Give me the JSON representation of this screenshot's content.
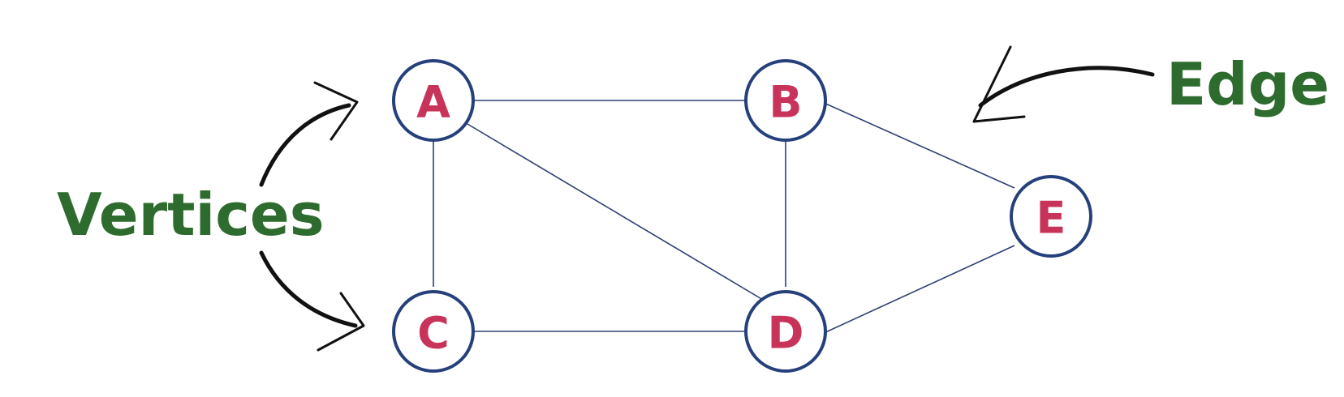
{
  "colors": {
    "node_label": "#c8335a",
    "node_border": "#25407a",
    "edge": "#2e3f73",
    "callout": "#2e6b2e",
    "arrow": "#111111"
  },
  "nodes": [
    {
      "id": "A",
      "label": "A"
    },
    {
      "id": "B",
      "label": "B"
    },
    {
      "id": "C",
      "label": "C"
    },
    {
      "id": "D",
      "label": "D"
    },
    {
      "id": "E",
      "label": "E"
    }
  ],
  "edges": [
    [
      "A",
      "B"
    ],
    [
      "A",
      "C"
    ],
    [
      "A",
      "D"
    ],
    [
      "B",
      "D"
    ],
    [
      "B",
      "E"
    ],
    [
      "C",
      "D"
    ],
    [
      "D",
      "E"
    ]
  ],
  "callouts": {
    "vertices": "Vertices",
    "edge": "Edge"
  }
}
